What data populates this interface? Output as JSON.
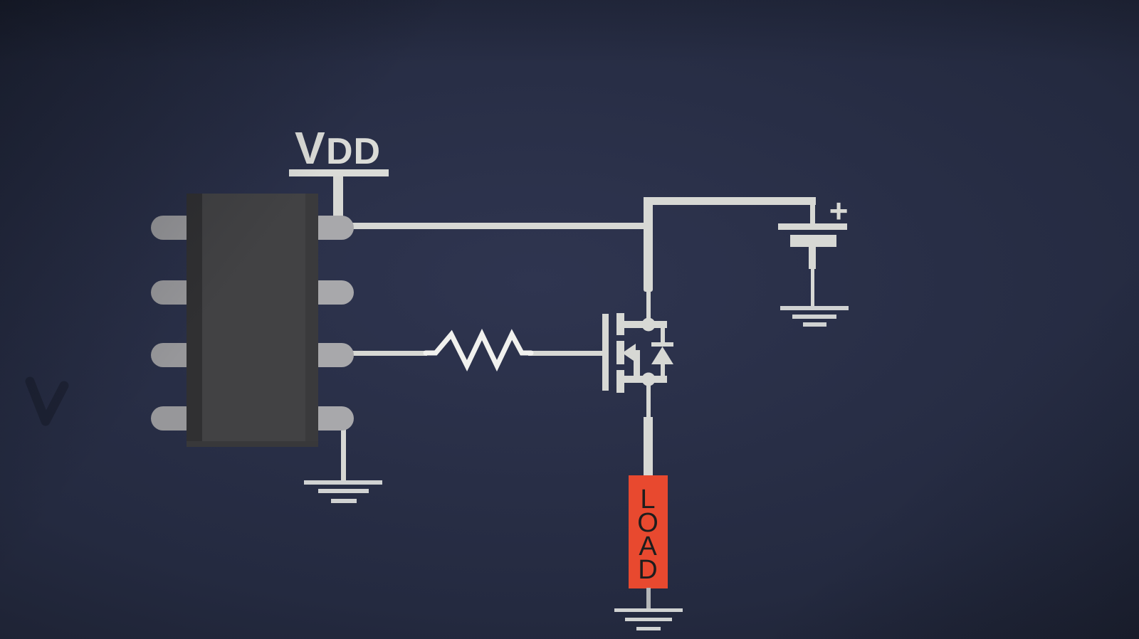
{
  "colors": {
    "background_center": "#2f3550",
    "background_mid": "#242a40",
    "background_edge": "#141721",
    "wire": "#d7d8d4",
    "wire_bright": "#f1f1ee",
    "wire_dim": "#b4b6b8",
    "ground": "#d0d2d2",
    "label": "#dadbd7",
    "ic_body": "#424244",
    "ic_body_edge_left": "#303032",
    "ic_body_edge_right": "#3a3a3c",
    "ic_body_edge_bottom": "#38383a",
    "pin_left": "#97979a",
    "pin_right": "#a8a8ab",
    "load_fill": "#e8492f",
    "load_text": "#1d1d1d"
  },
  "labels": {
    "vdd_large": "V",
    "vdd_small": "DD",
    "battery_plus": "+"
  },
  "load": {
    "word": "LOAD",
    "letters": [
      "L",
      "O",
      "A",
      "D"
    ]
  },
  "components": {
    "ic": "8-pin IC package",
    "resistor": "gate resistor (zigzag)",
    "mosfet": "N-channel MOSFET with body diode",
    "battery": "battery cell",
    "load": "load block",
    "grounds": "ground symbols",
    "vdd_rail": "VDD supply rail"
  }
}
